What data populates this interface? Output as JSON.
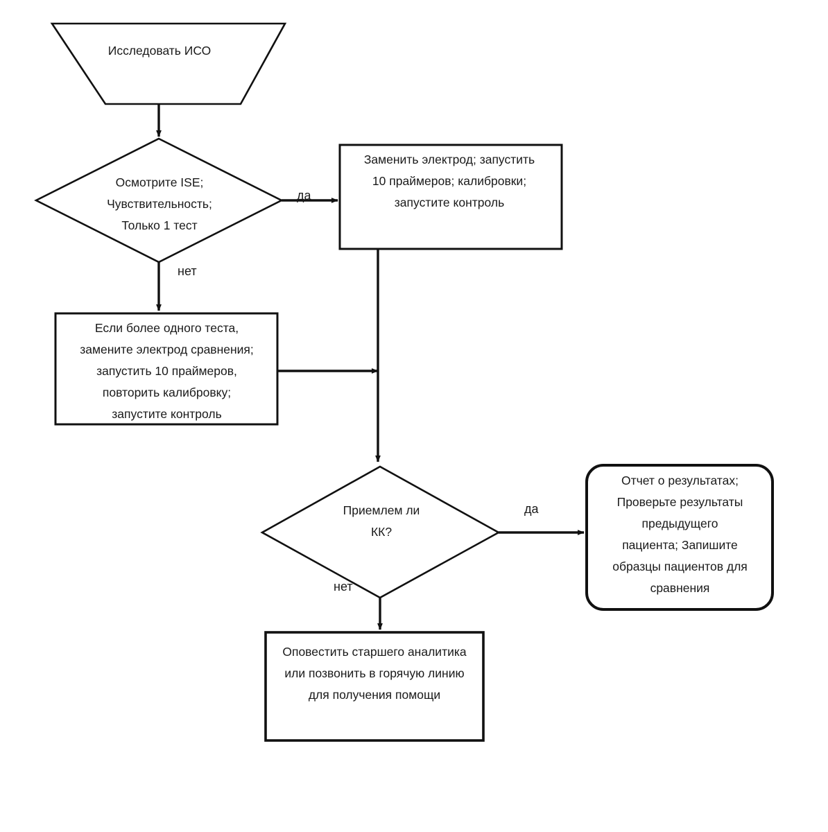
{
  "diagram": {
    "title": "ISE troubleshooting flowchart",
    "language": "ru",
    "stroke_color": "#111111",
    "fill_color": "#ffffff",
    "text_color": "#1a1a1a",
    "nodes": {
      "start_iso": {
        "shape": "trapezoid",
        "text": "Исследовать ИСО"
      },
      "decision_ise": {
        "shape": "diamond",
        "text": "Осмотрите ISE;\nЧувствительность;\nТолько 1 тест"
      },
      "box_replace_electrode": {
        "shape": "rectangle",
        "text": "Заменить электрод; запустить\n10 праймеров; калибровки;\nзапустите контроль"
      },
      "box_multiple_tests": {
        "shape": "rectangle",
        "text": "Если более одного теста,\nзамените электрод сравнения;\nзапустить 10 праймеров,\nповторить калибровку;\nзапустите контроль"
      },
      "decision_qc": {
        "shape": "diamond",
        "text": "Приемлем ли\nКК?"
      },
      "box_report_results": {
        "shape": "rounded-rectangle",
        "text": "Отчет о результатах;\nПроверьте результаты\nпредыдущего\nпациента; Запишите\nобразцы пациентов для\nсравнения"
      },
      "box_notify_analyst": {
        "shape": "rectangle",
        "text": "Оповестить старшего аналитика\nили позвонить в горячую линию\nдля получения помощи"
      }
    },
    "edge_labels": {
      "ise_yes": "да",
      "ise_no": "нет",
      "qc_yes": "да",
      "qc_no": "нет"
    }
  }
}
